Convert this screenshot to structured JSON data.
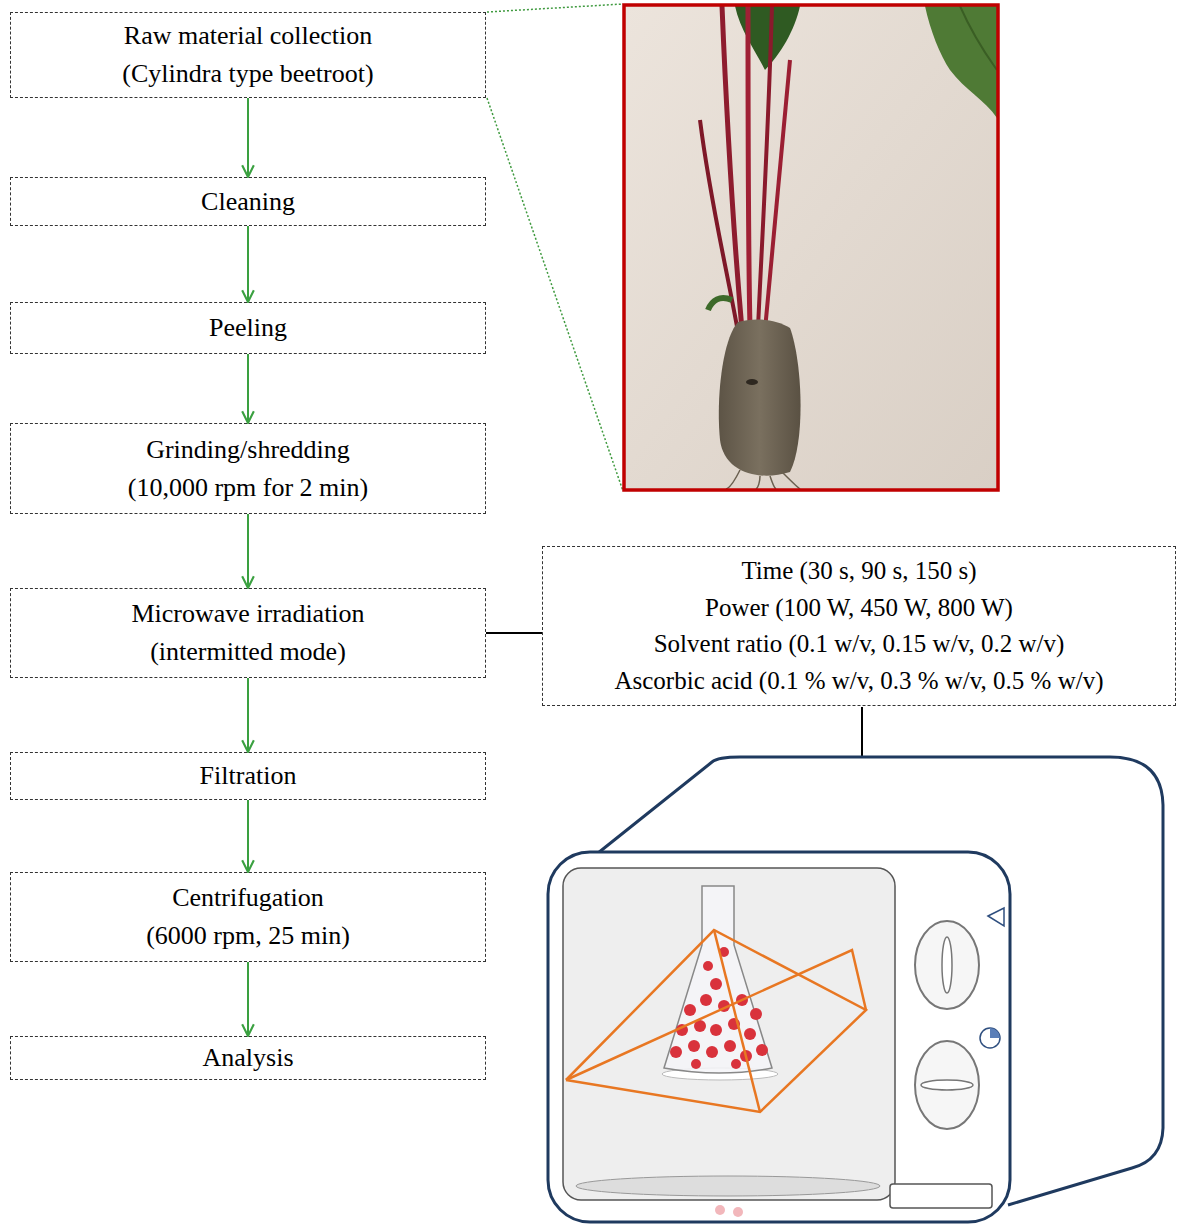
{
  "diagram": {
    "nodes": [
      {
        "text": [
          "Raw material collection",
          "(Cylindra type beetroot)"
        ]
      },
      {
        "text": [
          "Cleaning"
        ]
      },
      {
        "text": [
          "Peeling"
        ]
      },
      {
        "text": [
          "Grinding/shredding",
          "(10,000 rpm for 2 min)"
        ]
      },
      {
        "text": [
          "Microwave irradiation",
          "(intermitted mode)"
        ]
      },
      {
        "text": [
          "Filtration"
        ]
      },
      {
        "text": [
          "Centrifugation",
          "(6000 rpm, 25 min)"
        ]
      },
      {
        "text": [
          "Analysis"
        ]
      },
      {
        "text": [
          "Time (30 s, 90 s, 150 s)",
          "Power (100 W, 450 W, 800 W)",
          "Solvent ratio (0.1 w/v, 0.15 w/v, 0.2 w/v)",
          "Ascorbic acid (0.1 % w/v, 0.3 % w/v, 0.5 % w/v)"
        ]
      }
    ],
    "edges": [
      {
        "from": 0,
        "to": 1,
        "arrow": "to"
      },
      {
        "from": 1,
        "to": 2,
        "arrow": "to"
      },
      {
        "from": 2,
        "to": 3,
        "arrow": "to"
      },
      {
        "from": 3,
        "to": 4,
        "arrow": "to"
      },
      {
        "from": 4,
        "to": 5,
        "arrow": "to"
      },
      {
        "from": 5,
        "to": 6,
        "arrow": "to"
      },
      {
        "from": 6,
        "to": 7,
        "arrow": "to"
      },
      {
        "from": 4,
        "to": 8,
        "arrow": "none"
      }
    ]
  }
}
